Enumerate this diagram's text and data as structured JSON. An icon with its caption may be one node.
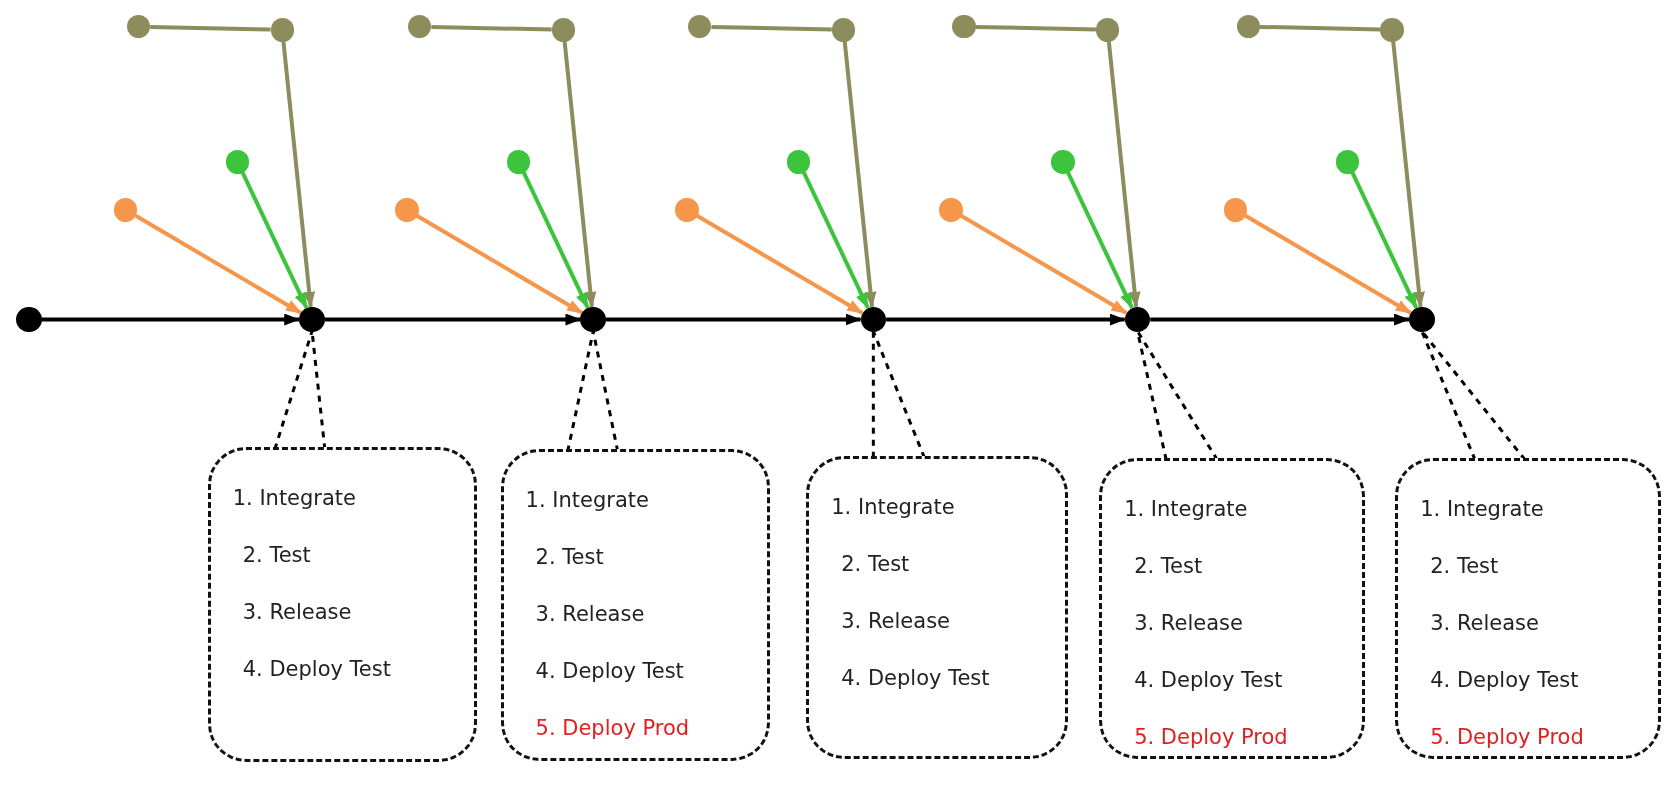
{
  "diagram": {
    "nodes": [
      {
        "text": [],
        "shape": "circle"
      },
      {
        "text": [],
        "shape": "circle"
      },
      {
        "text": [],
        "shape": "circle"
      },
      {
        "text": [],
        "shape": "circle"
      },
      {
        "text": [],
        "shape": "circle"
      },
      {
        "text": [],
        "shape": "circle"
      },
      {
        "text": [],
        "shape": "circle"
      },
      {
        "text": [],
        "shape": "circle"
      },
      {
        "text": [],
        "shape": "circle"
      },
      {
        "text": [],
        "shape": "circle"
      },
      {
        "text": [],
        "shape": "circle"
      },
      {
        "text": [],
        "shape": "circle"
      },
      {
        "text": [],
        "shape": "circle"
      },
      {
        "text": [],
        "shape": "circle"
      },
      {
        "text": [],
        "shape": "circle"
      },
      {
        "text": [],
        "shape": "circle"
      },
      {
        "text": [],
        "shape": "circle"
      },
      {
        "text": [],
        "shape": "circle"
      },
      {
        "text": [],
        "shape": "circle"
      },
      {
        "text": [],
        "shape": "circle"
      },
      {
        "text": [],
        "shape": "circle"
      },
      {
        "text": [],
        "shape": "circle"
      },
      {
        "text": [],
        "shape": "circle"
      },
      {
        "text": [],
        "shape": "circle"
      },
      {
        "text": [],
        "shape": "circle"
      },
      {
        "text": [],
        "shape": "circle"
      },
      {
        "text": [
          "1. Integrate",
          "2. Test",
          "3. Release",
          "4. Deploy Test"
        ]
      },
      {
        "text": [
          "1. Integrate",
          "2. Test",
          "3. Release",
          "4. Deploy Test"
        ]
      },
      {
        "text": [
          "5. Deploy Prod"
        ],
        "in": 27
      },
      {
        "text": [
          "1. Integrate",
          "2. Test",
          "3. Release",
          "4. Deploy Test"
        ]
      },
      {
        "text": [
          "1. Integrate",
          "2. Test",
          "3. Release",
          "4. Deploy Test"
        ]
      },
      {
        "text": [
          "5. Deploy Prod"
        ],
        "in": 30
      },
      {
        "text": [
          "1. Integrate",
          "2. Test",
          "3. Release",
          "4. Deploy Test"
        ]
      },
      {
        "text": [
          "5. Deploy Prod"
        ],
        "in": 32
      }
    ],
    "edges": [
      {
        "from": 0,
        "to": 1,
        "arrow": "to"
      },
      {
        "from": 1,
        "to": 2,
        "arrow": "to"
      },
      {
        "from": 2,
        "to": 3,
        "arrow": "to"
      },
      {
        "from": 3,
        "to": 4,
        "arrow": "to"
      },
      {
        "from": 4,
        "to": 5,
        "arrow": "to"
      },
      {
        "from": 6,
        "to": 7,
        "arrow": "none",
        "color": "#8c8c5c"
      },
      {
        "from": 7,
        "to": 1,
        "arrow": "to",
        "color": "#8c8c5c"
      },
      {
        "from": 8,
        "to": 1,
        "arrow": "to",
        "color": "#3cc43c"
      },
      {
        "from": 9,
        "to": 1,
        "arrow": "to",
        "color": "#f5964a"
      },
      {
        "from": 10,
        "to": 11,
        "arrow": "none",
        "color": "#8c8c5c"
      },
      {
        "from": 11,
        "to": 2,
        "arrow": "to",
        "color": "#8c8c5c"
      },
      {
        "from": 12,
        "to": 2,
        "arrow": "to",
        "color": "#3cc43c"
      },
      {
        "from": 13,
        "to": 2,
        "arrow": "to",
        "color": "#f5964a"
      },
      {
        "from": 14,
        "to": 15,
        "arrow": "none",
        "color": "#8c8c5c"
      },
      {
        "from": 15,
        "to": 3,
        "arrow": "to",
        "color": "#8c8c5c"
      },
      {
        "from": 16,
        "to": 3,
        "arrow": "to",
        "color": "#3cc43c"
      },
      {
        "from": 17,
        "to": 3,
        "arrow": "to",
        "color": "#f5964a"
      },
      {
        "from": 18,
        "to": 19,
        "arrow": "none",
        "color": "#8c8c5c"
      },
      {
        "from": 19,
        "to": 4,
        "arrow": "to",
        "color": "#8c8c5c"
      },
      {
        "from": 20,
        "to": 4,
        "arrow": "to",
        "color": "#3cc43c"
      },
      {
        "from": 21,
        "to": 4,
        "arrow": "to",
        "color": "#f5964a"
      },
      {
        "from": 22,
        "to": 23,
        "arrow": "none",
        "color": "#8c8c5c"
      },
      {
        "from": 23,
        "to": 5,
        "arrow": "to",
        "color": "#8c8c5c"
      },
      {
        "from": 24,
        "to": 5,
        "arrow": "to",
        "color": "#3cc43c"
      },
      {
        "from": 25,
        "to": 5,
        "arrow": "to",
        "color": "#f5964a"
      },
      {
        "from": 26,
        "to": 1,
        "arrow": "none",
        "style": "dashed"
      },
      {
        "from": 27,
        "to": 2,
        "arrow": "none",
        "style": "dashed"
      },
      {
        "from": 29,
        "to": 3,
        "arrow": "none",
        "style": "dashed"
      },
      {
        "from": 30,
        "to": 4,
        "arrow": "none",
        "style": "dashed"
      },
      {
        "from": 32,
        "to": 5,
        "arrow": "none",
        "style": "dashed"
      }
    ]
  }
}
